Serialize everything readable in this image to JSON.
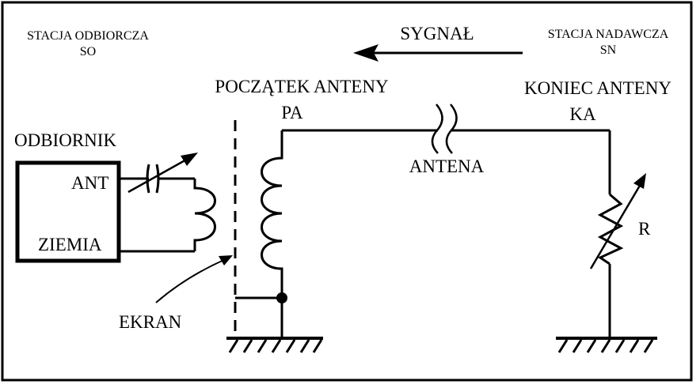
{
  "stations": {
    "receiving": {
      "name": "STACJA ODBIORCZA",
      "abbr": "SO"
    },
    "transmitting": {
      "name": "STACJA NADAWCZA",
      "abbr": "SN"
    }
  },
  "signal": {
    "label": "SYGNAŁ"
  },
  "antenna_start": {
    "name": "POCZĄTEK ANTENY",
    "abbr": "PA"
  },
  "antenna_end": {
    "name": "KONIEC ANTENY",
    "abbr": "KA"
  },
  "antenna": {
    "label": "ANTENA"
  },
  "receiver": {
    "title": "ODBIORNIK",
    "ant_terminal": "ANT",
    "ground_terminal": "ZIEMIA"
  },
  "resistor": {
    "label": "R"
  },
  "screen": {
    "label": "EKRAN"
  }
}
